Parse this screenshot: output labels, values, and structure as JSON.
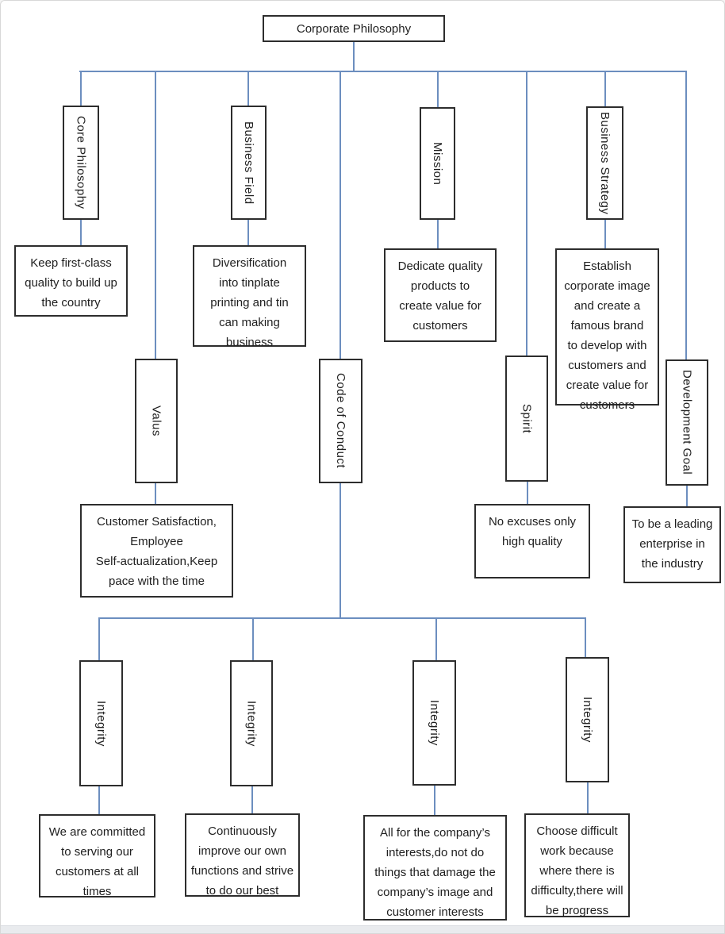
{
  "diagram_title": "Corporate Philosophy",
  "nodes": {
    "root": "Corporate Philosophy",
    "core_philosophy": "Core Philosophy",
    "business_field": "Business Field",
    "mission": "Mission",
    "business_strategy": "Business Strategy",
    "valus": "Valus",
    "code_of_conduct": "Code of Conduct",
    "spirit": "Spirit",
    "development_goal": "Development Goal",
    "integrity_1": "Integrity",
    "integrity_2": "Integrity",
    "integrity_3": "Integrity",
    "integrity_4": "Integrity"
  },
  "descriptions": {
    "core_philosophy": "Keep first-class\nquality to build up\nthe country",
    "business_field": "Diversification\ninto tinplate\nprinting and tin\ncan making\nbusiness",
    "mission": "Dedicate quality\nproducts to\ncreate value for\ncustomers",
    "business_strategy": "Establish\ncorporate image\nand create a\nfamous brand\nto develop with\ncustomers and\ncreate value for\ncustomers",
    "valus": "Customer Satisfaction,\nEmployee\nSelf-actualization,Keep\npace with the time",
    "spirit": "No excuses only\nhigh quality",
    "development_goal": "To be a leading\nenterprise in\nthe industry",
    "integrity_1": "We are committed\nto serving our\ncustomers at all\ntimes",
    "integrity_2": "Continuously\nimprove our own\nfunctions and strive\nto do our best",
    "integrity_3": "All for the company’s\ninterests,do not do\nthings that damage the\ncompany’s image and\ncustomer interests",
    "integrity_4": "Choose difficult\nwork because\nwhere there is\ndifficulty,there will\nbe progress"
  },
  "colors": {
    "connector": "#6C8EBF",
    "box_border": "#2d2d2d",
    "text": "#202020",
    "page_border": "#d8d8d8",
    "footer_band": "#e9ebee"
  }
}
